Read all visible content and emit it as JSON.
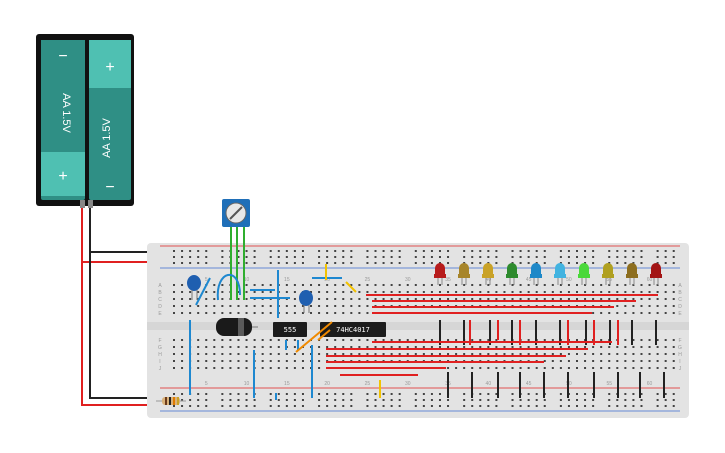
{
  "battery": {
    "cell1_label": "AA 1.5V",
    "cell2_label": "AA 1.5V",
    "minus": "−",
    "plus": "+"
  },
  "chips": {
    "timer_label": "555",
    "counter_label": "74HC4017"
  },
  "breadboard": {
    "column_numbers": [
      "5",
      "10",
      "15",
      "20",
      "25",
      "30",
      "35",
      "40",
      "45",
      "50",
      "55",
      "60"
    ],
    "row_letters_top": [
      "A",
      "B",
      "C",
      "D",
      "E"
    ],
    "row_letters_bottom": [
      "F",
      "G",
      "H",
      "I",
      "J"
    ]
  },
  "leds": [
    {
      "color": "#b71c1c"
    },
    {
      "color": "#a7852a"
    },
    {
      "color": "#c9a227"
    },
    {
      "color": "#2e8b2e"
    },
    {
      "color": "#1e88c8"
    },
    {
      "color": "#42b3e0"
    },
    {
      "color": "#4ad83a"
    },
    {
      "color": "#b0a020"
    },
    {
      "color": "#8d6e1f"
    },
    {
      "color": "#a31515"
    }
  ],
  "colors": {
    "wire_red": "#e02020",
    "wire_black": "#222222",
    "wire_blue": "#1e88d0",
    "wire_green": "#2fae2f",
    "wire_yellow": "#f2c200",
    "wire_orange": "#f08a00",
    "battery_teal": "#2f8f85",
    "battery_teal_light": "#4fc0b2",
    "board": "#e3e3e3"
  }
}
